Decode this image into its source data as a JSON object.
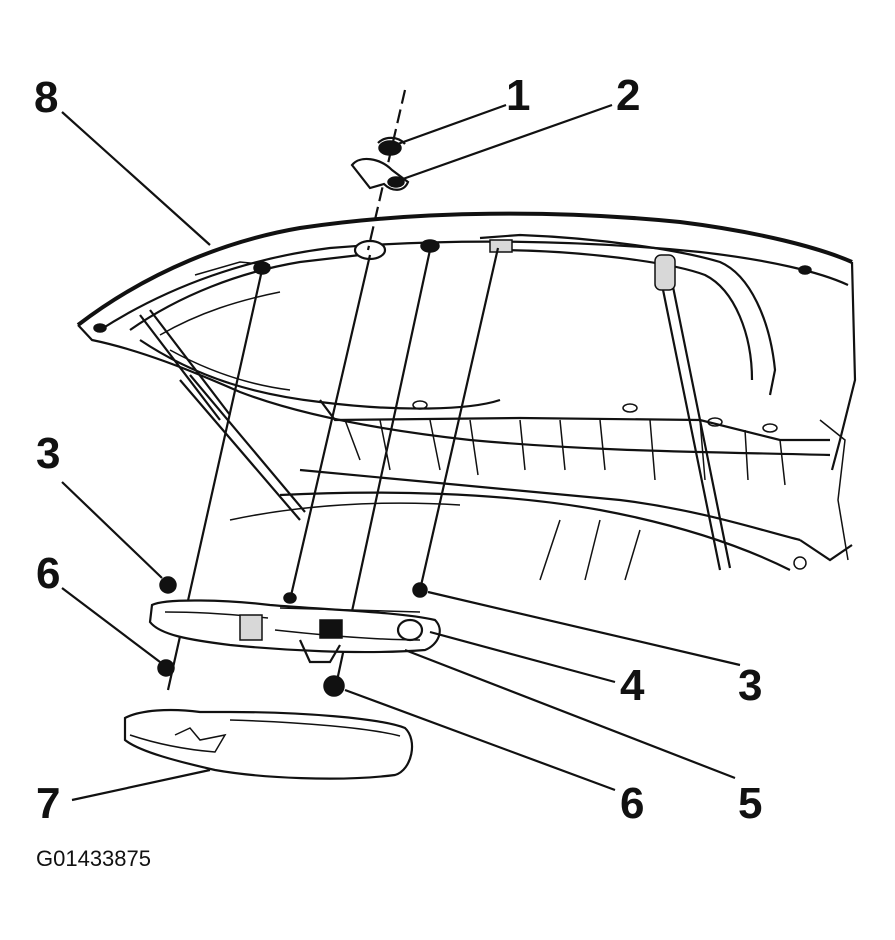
{
  "figure_id": "G01433875",
  "callouts": {
    "c1": "1",
    "c2": "2",
    "c3_left": "3",
    "c3_right": "3",
    "c4": "4",
    "c5": "5",
    "c6_left": "6",
    "c6_right": "6",
    "c7": "7",
    "c8": "8"
  }
}
